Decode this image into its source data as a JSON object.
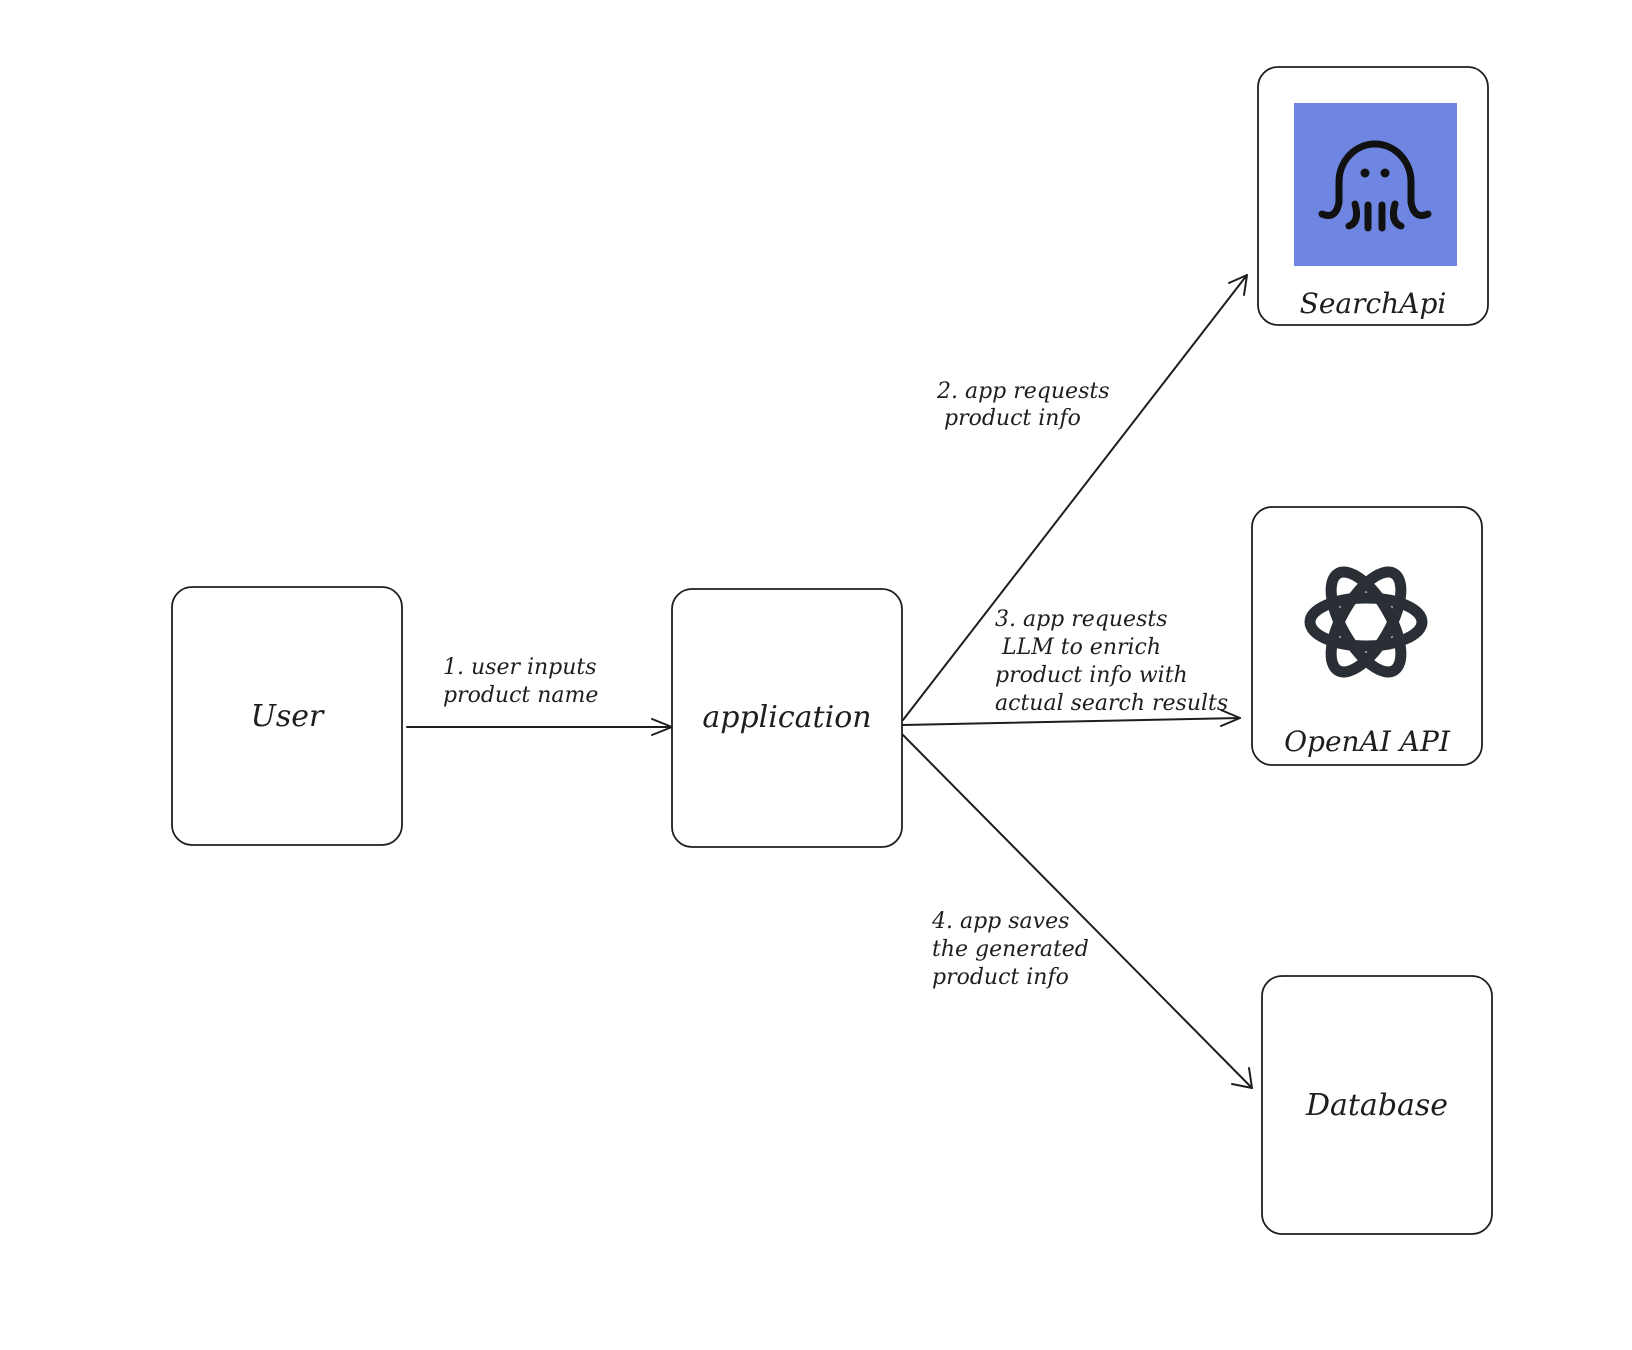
{
  "nodes": {
    "user": "User",
    "application": "application",
    "searchapi": "SearchApi",
    "openai": "OpenAI API",
    "database": "Database"
  },
  "edges": {
    "step1": [
      "1. user inputs",
      "product name"
    ],
    "step2": [
      "2. app requests",
      " product info"
    ],
    "step3": [
      "3. app requests",
      " LLM to enrich",
      "product info with",
      "actual search results"
    ],
    "step4": [
      "4. app saves",
      "the generated",
      "product info"
    ]
  },
  "icons": {
    "searchapi": "octopus-icon",
    "openai": "openai-logo-icon"
  },
  "colors": {
    "searchapi_logo_bg": "#6e86e2",
    "stroke": "#1e1e1e"
  }
}
